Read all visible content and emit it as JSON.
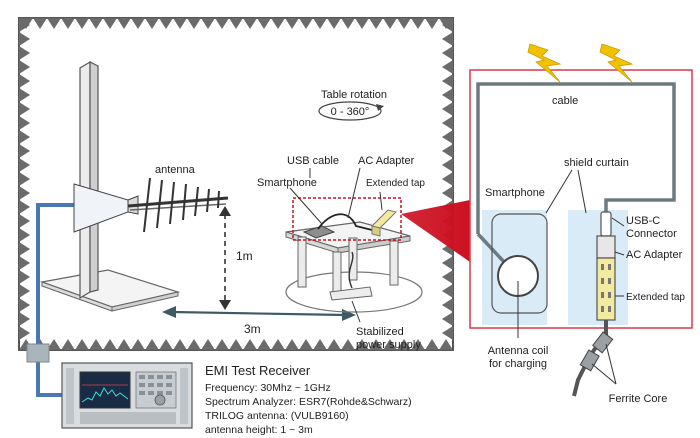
{
  "chamber": {
    "table_rotation_label": "Table rotation",
    "table_rotation_range": "0 - 360°",
    "antenna_label": "antenna",
    "height_label": "1m",
    "distance_label": "3m",
    "usb_cable_label": "USB cable",
    "ac_adapter_label": "AC Adapter",
    "smartphone_label": "Smartphone",
    "extended_tap_label": "Extended tap",
    "stabilized_power_line1": "Stabilized",
    "stabilized_power_line2": "power supply"
  },
  "receiver": {
    "title": "EMI Test Receiver",
    "lines": [
      "Frequency: 30Mhz ~ 1GHz",
      "Spectrum Analyzer: ESR7(Rohde&Schwarz)",
      "TRILOG antenna: (VULB9160)",
      "antenna height: 1 ~ 3m"
    ]
  },
  "detail": {
    "cable_label": "cable",
    "shield_curtain_label": "shield curtain",
    "smartphone_label": "Smartphone",
    "usbc_line1": "USB-C",
    "usbc_line2": "Connector",
    "ac_adapter_label": "AC Adapter",
    "extended_tap_label": "Extended tap",
    "antenna_coil_line1": "Antenna coil",
    "antenna_coil_line2": "for charging",
    "ferrite_core_label": "Ferrite Core"
  },
  "colors": {
    "absorber": "#6b6b6b",
    "detail_border": "#d93a4a",
    "curtain": "#d9ebf7",
    "cable_blue": "#4a78b5",
    "cable_gray": "#6d7a80",
    "lightning": "#f2c200",
    "highlight_red": "#cc1122"
  }
}
